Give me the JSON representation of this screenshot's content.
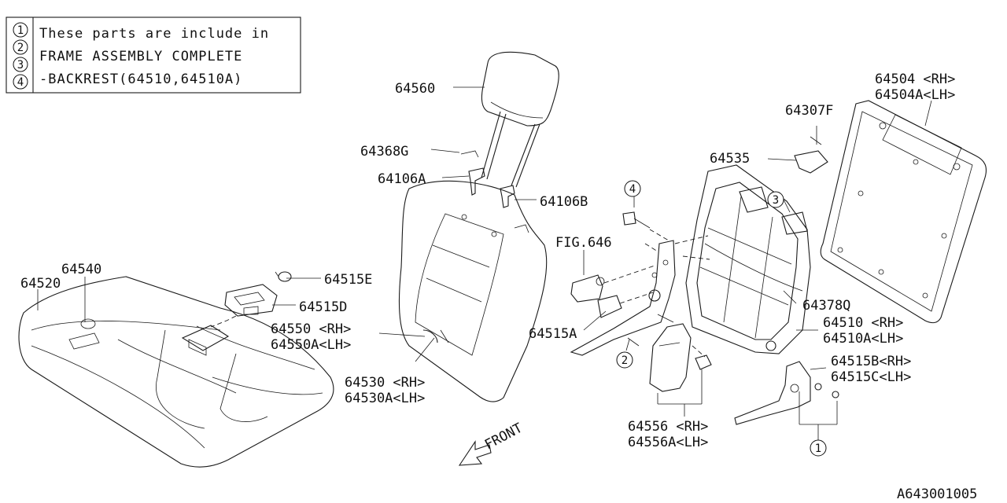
{
  "legend": {
    "markers": [
      "1",
      "2",
      "3",
      "4"
    ],
    "lines": [
      "These parts are include in",
      "FRAME ASSEMBLY COMPLETE",
      "-BACKREST(64510,64510A)"
    ]
  },
  "parts": {
    "p64560": "64560",
    "p64368G": "64368G",
    "p64106A": "64106A",
    "p64106B": "64106B",
    "p64540": "64540",
    "p64520": "64520",
    "p64515E": "64515E",
    "p64515D": "64515D",
    "p64550": "64550 <RH>",
    "p64550A": "64550A<LH>",
    "p64530": "64530 <RH>",
    "p64530A": "64530A<LH>",
    "fig646": "FIG.646",
    "p64515A": "64515A",
    "p64556": "64556 <RH>",
    "p64556A": "64556A<LH>",
    "p64307F": "64307F",
    "p64535": "64535",
    "p64504": "64504 <RH>",
    "p64504A": "64504A<LH>",
    "p64378Q": "64378Q",
    "p64510": "64510 <RH>",
    "p64510A": "64510A<LH>",
    "p64515B": "64515B<RH>",
    "p64515C": "64515C<LH>",
    "front": "FRONT",
    "ref_code": "A643001005"
  },
  "callouts": {
    "c4": "4",
    "c3": "3",
    "c2": "2",
    "c1": "1"
  }
}
